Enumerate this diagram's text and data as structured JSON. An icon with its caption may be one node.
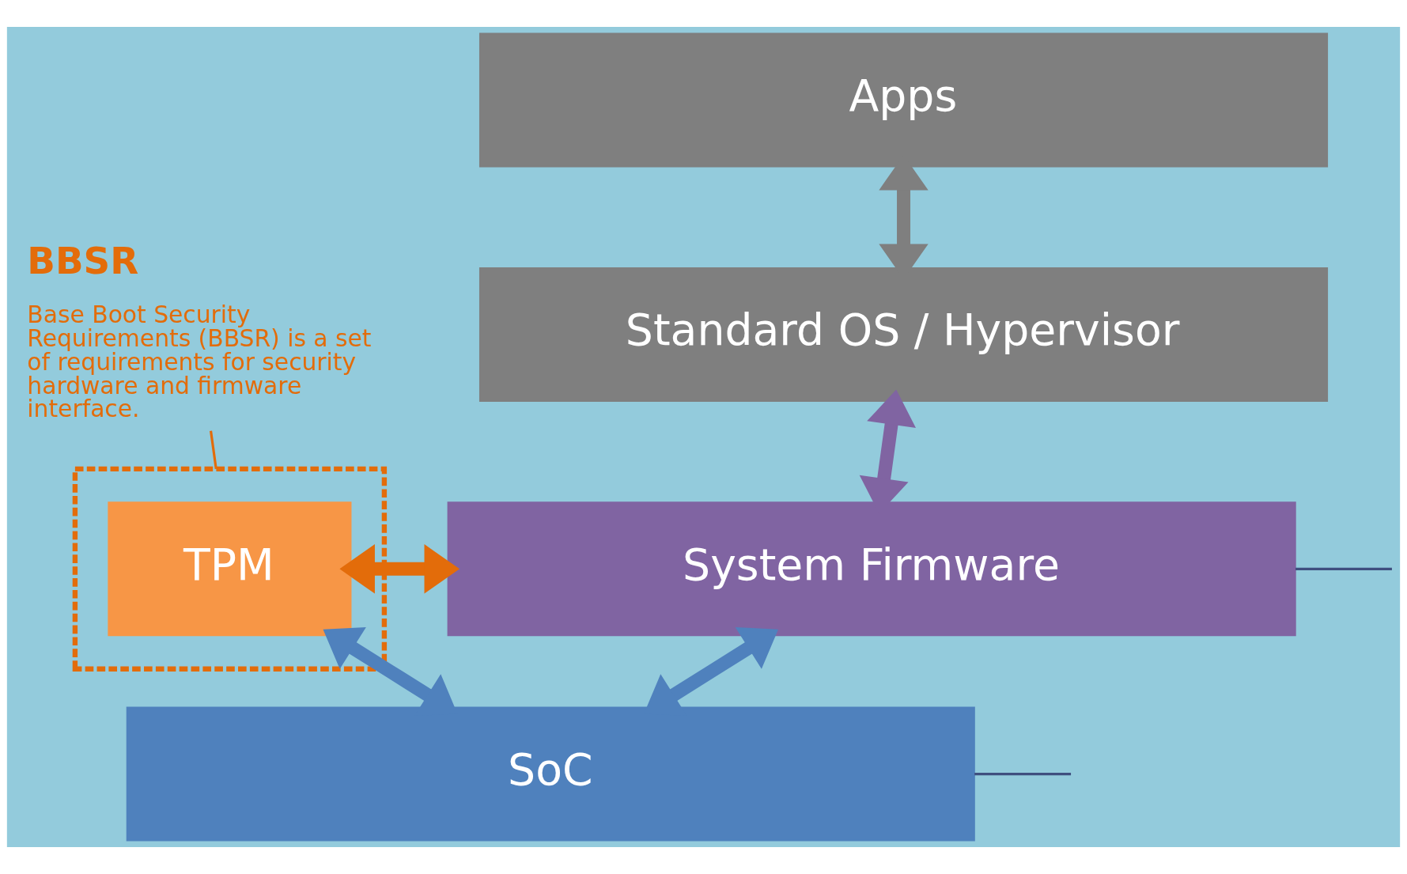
{
  "diagram": {
    "nodes": [
      {
        "text": [
          "BBSR",
          "Base Boot Security Requirements (BBSR) is a set of requirements for security hardware and firmware interface."
        ]
      },
      {
        "text": [],
        "shape": "box"
      },
      {
        "text": [
          "Apps"
        ]
      },
      {
        "text": [
          "Standard OS / Hypervisor"
        ]
      },
      {
        "text": [
          "TPM"
        ],
        "in": 1
      },
      {
        "text": [
          "System Firmware"
        ]
      },
      {
        "text": [
          "SoC"
        ]
      }
    ],
    "edges": [
      {
        "from": 0,
        "to": 1,
        "arrow": "none",
        "color": "#e36c0a"
      },
      {
        "from": 2,
        "to": 3,
        "arrow": "both",
        "color": "#7f7f7f"
      },
      {
        "from": 3,
        "to": 5,
        "arrow": "both",
        "color": "#8064a2"
      },
      {
        "from": 4,
        "to": 5,
        "arrow": "both",
        "color": "#e36c0a"
      },
      {
        "from": 5,
        "to": 6,
        "arrow": "both",
        "color": "#4f81bd"
      },
      {
        "from": 4,
        "to": 6,
        "arrow": "both",
        "color": "#4f81bd"
      },
      {
        "from": 5,
        "to": null,
        "arrow": "none",
        "color": "#3f4f7f"
      },
      {
        "from": 6,
        "to": null,
        "arrow": "none",
        "color": "#3f4f7f"
      }
    ]
  }
}
